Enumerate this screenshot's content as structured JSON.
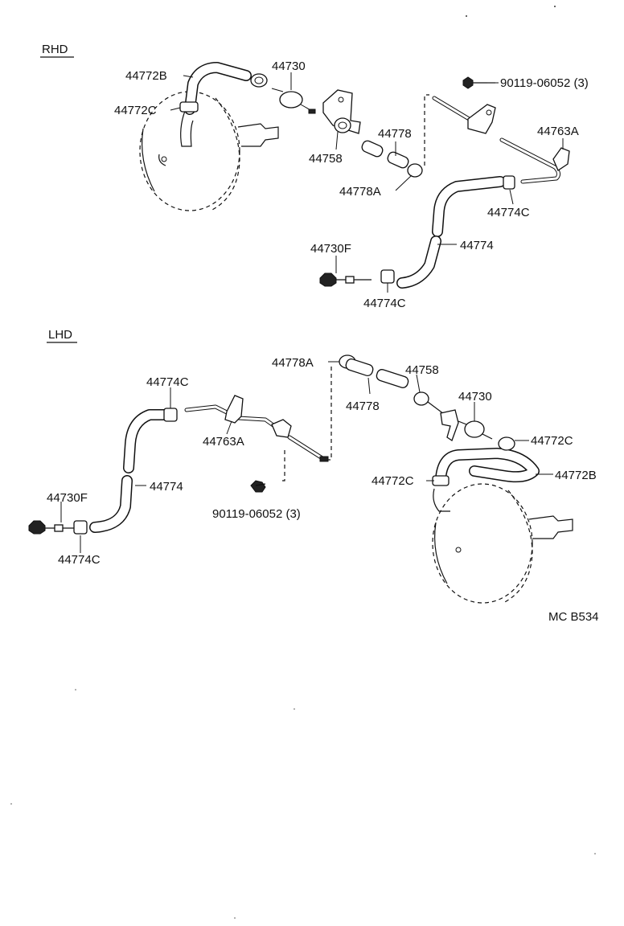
{
  "sections": {
    "rhd": "RHD",
    "lhd": "LHD"
  },
  "rhd_labels": {
    "p44772b": "44772B",
    "p44730": "44730",
    "p44772c": "44772C",
    "p44758": "44758",
    "p44778": "44778",
    "p44778a": "44778A",
    "p90119": "90119-06052  (3)",
    "p44763a": "44763A",
    "p44774c_upper": "44774C",
    "p44774": "44774",
    "p44730f": "44730F",
    "p44774c_lower": "44774C"
  },
  "lhd_labels": {
    "p44778a": "44778A",
    "p44758": "44758",
    "p44778": "44778",
    "p44774c_upper": "44774C",
    "p44730": "44730",
    "p44763a": "44763A",
    "p44772c_right": "44772C",
    "p44772b": "44772B",
    "p44772c_left": "44772C",
    "p44774": "44774",
    "p44730f": "44730F",
    "p90119": "90119-06052  (3)",
    "p44774c_lower": "44774C"
  },
  "diagram_code": "MC B534"
}
